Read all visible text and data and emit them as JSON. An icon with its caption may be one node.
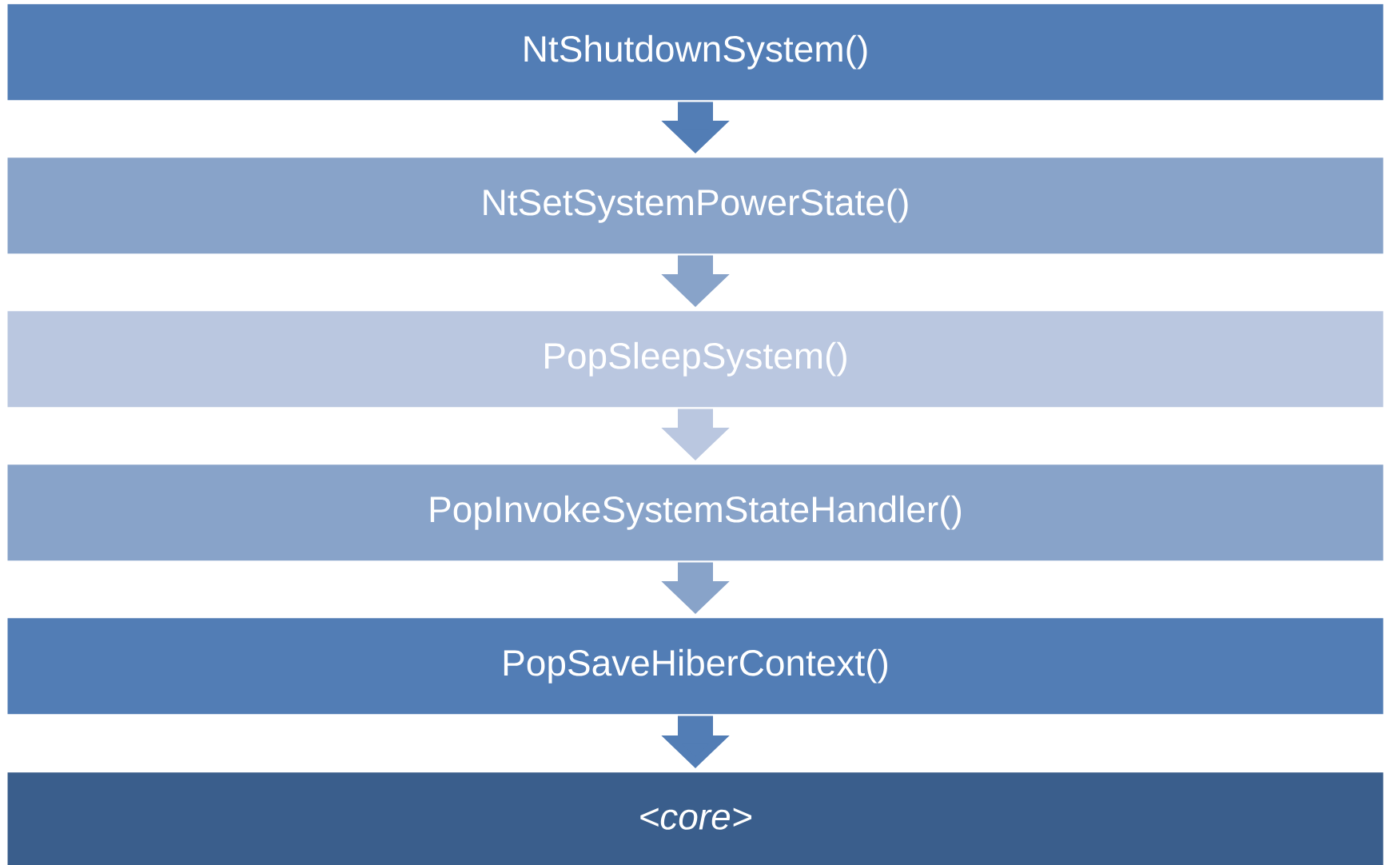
{
  "diagram": {
    "nodes": [
      {
        "text": [
          "NtShutdownSystem()"
        ]
      },
      {
        "text": [
          "NtSetSystemPowerState()"
        ]
      },
      {
        "text": [
          "PopSleepSystem()"
        ]
      },
      {
        "text": [
          "PopInvokeSystemStateHandler()"
        ]
      },
      {
        "text": [
          "PopSaveHiberContext()"
        ]
      },
      {
        "text": [
          "<core>"
        ]
      }
    ],
    "edges": [
      {
        "from": 0,
        "to": 1,
        "arrow": "to",
        "color": "#527db5"
      },
      {
        "from": 1,
        "to": 2,
        "arrow": "to",
        "color": "#88a3c9"
      },
      {
        "from": 2,
        "to": 3,
        "arrow": "to",
        "color": "#bac7e0"
      },
      {
        "from": 3,
        "to": 4,
        "arrow": "to",
        "color": "#88a3c9"
      },
      {
        "from": 4,
        "to": 5,
        "arrow": "to",
        "color": "#527db5"
      }
    ]
  }
}
